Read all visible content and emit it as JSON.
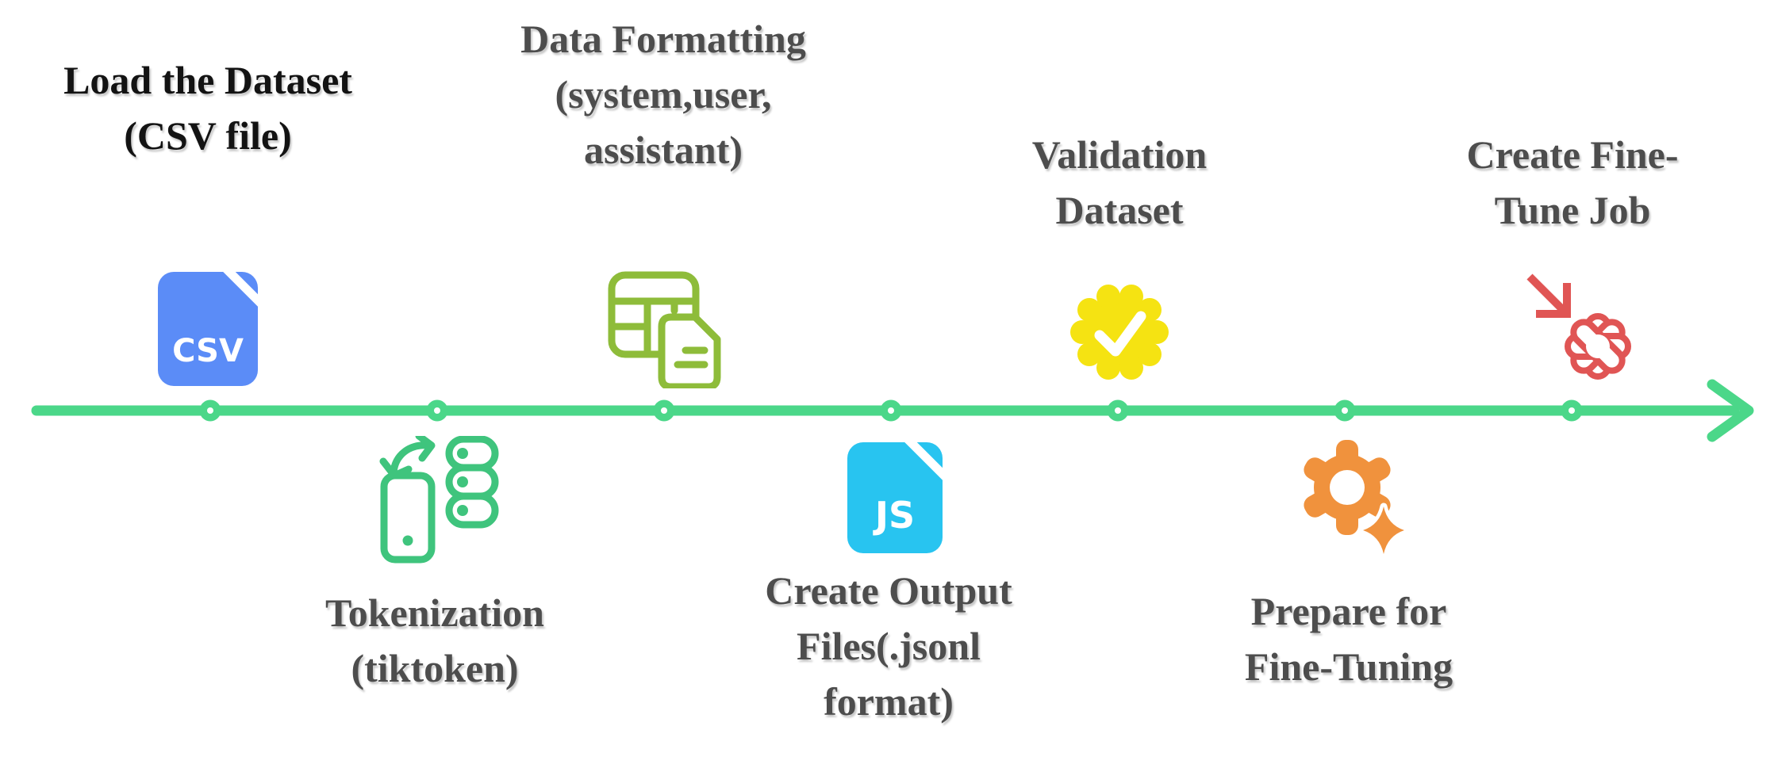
{
  "diagram": {
    "kind": "process-timeline",
    "direction": "left-to-right",
    "background": "#ffffff",
    "line_color": "#4bd789",
    "node_fill": "#4bd789",
    "node_center": "#ffffff"
  },
  "steps": [
    {
      "name": "load-dataset",
      "side": "above",
      "label_lines": [
        "Load the Dataset",
        "(CSV file)"
      ],
      "label_color": "#131313",
      "icon": "csv-file-icon",
      "icon_color": "#5b8cf7",
      "icon_text": "CSV"
    },
    {
      "name": "tokenization",
      "side": "below",
      "label_lines": [
        "Tokenization",
        "(tiktoken)"
      ],
      "label_color": "#4d4d4d",
      "icon": "device-database-sync-icon",
      "icon_color": "#3fc47d"
    },
    {
      "name": "data-formatting",
      "side": "above",
      "label_lines": [
        "Data Formatting",
        "(system,user,",
        "assistant)"
      ],
      "label_color": "#4d4d4d",
      "icon": "table-document-icon",
      "icon_color": "#8ebc3a"
    },
    {
      "name": "create-output-files",
      "side": "below",
      "label_lines": [
        "Create Output",
        "Files(.jsonl",
        "format)"
      ],
      "label_color": "#4d4d4d",
      "icon": "js-file-icon",
      "icon_color": "#28c4f0",
      "icon_text": "JS"
    },
    {
      "name": "validation-dataset",
      "side": "above",
      "label_lines": [
        "Validation",
        "Dataset"
      ],
      "label_color": "#4d4d4d",
      "icon": "verified-badge-icon",
      "icon_color": "#f5e312"
    },
    {
      "name": "prepare-fine-tuning",
      "side": "below",
      "label_lines": [
        "Prepare for",
        "Fine-Tuning"
      ],
      "label_color": "#4d4d4d",
      "icon": "gear-sparkle-icon",
      "icon_color": "#f0923d"
    },
    {
      "name": "create-fine-tune-job",
      "side": "above",
      "label_lines": [
        "Create Fine-",
        "Tune Job"
      ],
      "label_color": "#4d4d4d",
      "icon": "arrow-burst-icon",
      "icon_color": "#e05554"
    }
  ]
}
